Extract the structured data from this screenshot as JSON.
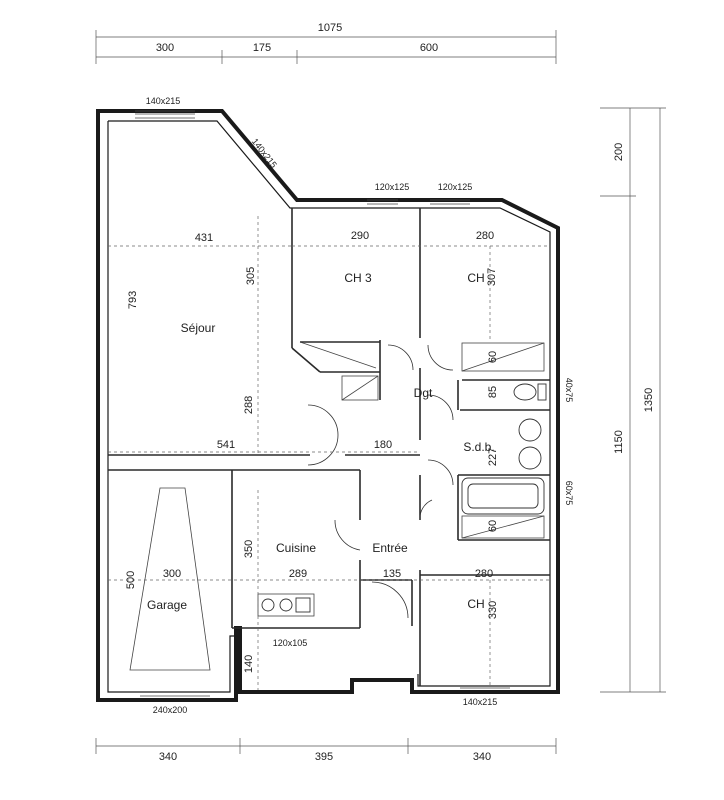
{
  "rooms": {
    "sejour": "Séjour",
    "ch3": "CH 3",
    "ch_top": "CH",
    "dgt": "Dgt",
    "sdb": "S.d.b.",
    "cuisine": "Cuisine",
    "entree": "Entrée",
    "garage": "Garage",
    "ch_bottom": "CH"
  },
  "dims_top": {
    "total": "1075",
    "d1": "300",
    "d2": "175",
    "d3": "600"
  },
  "dims_bottom": {
    "d1": "340",
    "d2": "395",
    "d3": "340"
  },
  "dims_right": {
    "d200": "200",
    "d1350": "1350",
    "d1150": "1150"
  },
  "dims_interior": {
    "w431": "431",
    "h793": "793",
    "h305": "305",
    "h288": "288",
    "w541": "541",
    "w290": "290",
    "w280_top": "280",
    "h307": "307",
    "h60_top": "60",
    "h85": "85",
    "w180": "180",
    "h227": "227",
    "h60_bottom": "60",
    "h350": "350",
    "w289": "289",
    "w135": "135",
    "w280_bottom": "280",
    "h330": "330",
    "w300": "300",
    "h500": "500",
    "h140": "140"
  },
  "windows": {
    "w_sejour_top": "140x215",
    "w_sejour_diag": "140x215",
    "w_ch3": "120x125",
    "w_ch_top": "120x125",
    "w_wc": "40x75",
    "w_sdb": "60x75",
    "w_cuisine": "120x105",
    "w_garage": "240x200",
    "w_ch_bottom": "140x215"
  }
}
